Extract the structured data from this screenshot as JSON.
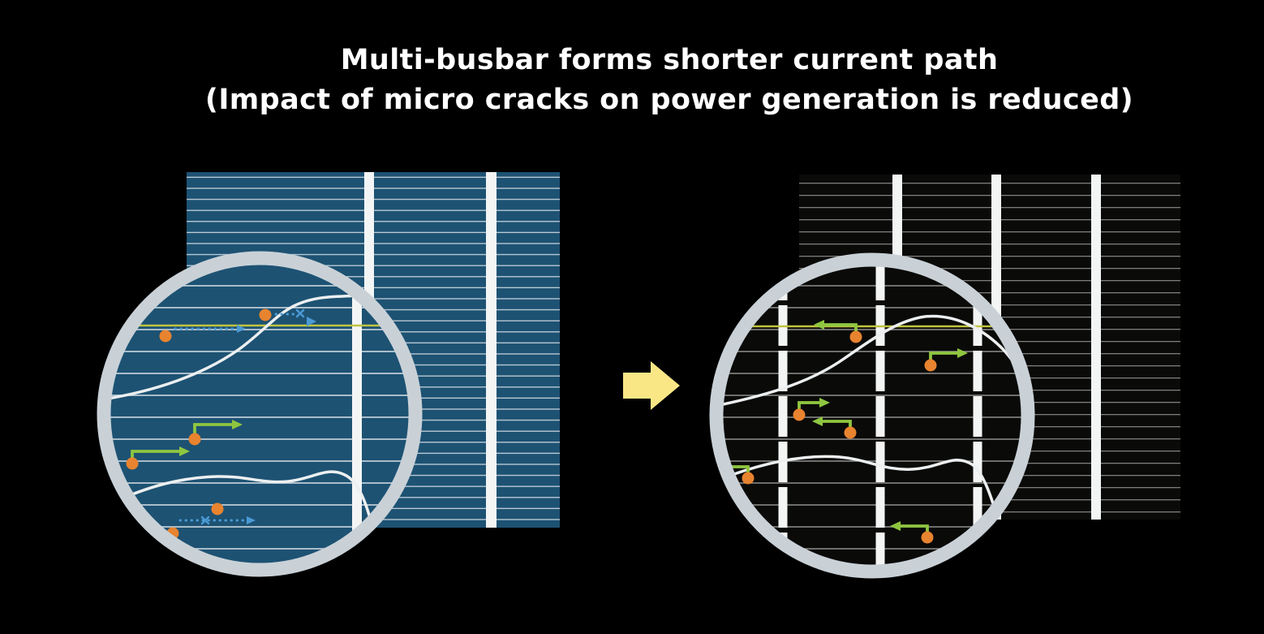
{
  "title": {
    "line1": "Multi-busbar forms shorter current path",
    "line2": "(Impact of micro cracks on power generation is reduced)"
  },
  "colors": {
    "background": "#000000",
    "cell_blue": "#1d5273",
    "cell_black": "#0a0a08",
    "finger_light": "#bfccd6",
    "finger_gray": "#8f8f8d",
    "busbar_white": "#f3f5f5",
    "ring_gray": "#c9d1d7",
    "crack_white": "#eceff0",
    "highlight_yellow": "#c1c341",
    "arrow_yellow": "#f9e785",
    "carrier_orange": "#e8832f",
    "path_green": "#8fc640",
    "path_blue": "#4a9ad4"
  },
  "icons": {
    "transition_arrow_icon": "block-arrow-right"
  }
}
